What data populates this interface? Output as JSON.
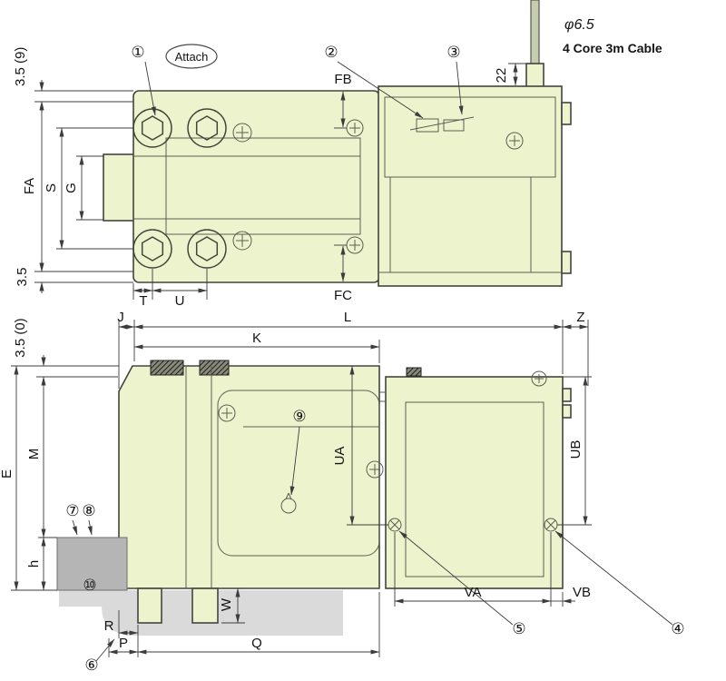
{
  "colors": {
    "body_fill": "#edf3cd",
    "outline": "#41463f",
    "dimension_line": "#3c3c3c",
    "gray_block": "#b5b5b5",
    "gray_shadow": "#dadada"
  },
  "top_view": {
    "callout_1": "①",
    "attach_label": "Attach",
    "callout_2": "②",
    "callout_3": "③",
    "cable_dia": "φ6.5",
    "cable_label": "4 Core 3m Cable",
    "dim_35_9": "3.5 (9)",
    "dim_fa": "FA",
    "dim_s": "S",
    "dim_g": "G",
    "dim_35_btm": "3.5",
    "dim_t": "T",
    "dim_u": "U",
    "dim_fb": "FB",
    "dim_fc": "FC",
    "dim_22": "22"
  },
  "side_view": {
    "dim_35_0": "3.5 (0)",
    "dim_j": "J",
    "dim_k": "K",
    "dim_l": "L",
    "dim_z": "Z",
    "dim_e": "E",
    "dim_m": "M",
    "dim_h": "h",
    "dim_ua": "UA",
    "dim_ub": "UB",
    "dim_va": "VA",
    "dim_vb": "VB",
    "dim_w": "W",
    "dim_r": "R",
    "dim_p": "P",
    "dim_q": "Q",
    "callout_4": "④",
    "callout_5": "⑤",
    "callout_6": "⑥",
    "callout_7": "⑦",
    "callout_8": "⑧",
    "callout_9": "⑨",
    "callout_10": "⑩"
  }
}
